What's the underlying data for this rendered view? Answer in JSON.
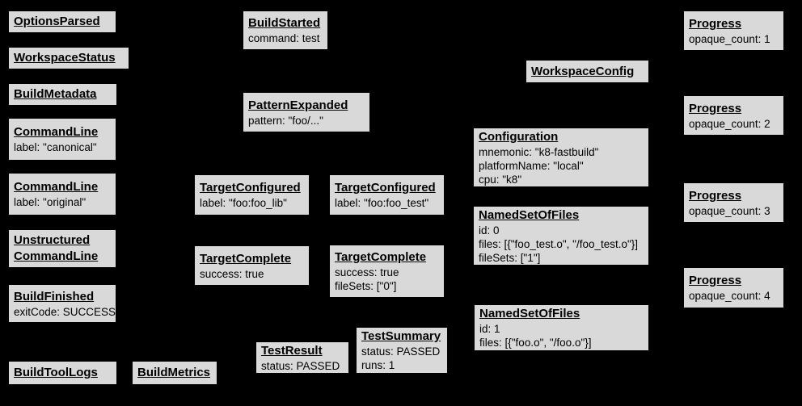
{
  "canvas": {
    "background_color": "#000000",
    "node_fill_color": "#d9d9d9",
    "node_border_color": "#000000",
    "text_color": "#000000"
  },
  "nodes": {
    "options_parsed": {
      "title": "OptionsParsed"
    },
    "workspace_status": {
      "title": "WorkspaceStatus"
    },
    "build_metadata": {
      "title": "BuildMetadata"
    },
    "command_line_canonical": {
      "title": "CommandLine",
      "attr1": "label: \"canonical\""
    },
    "command_line_original": {
      "title": "CommandLine",
      "attr1": "label: \"original\""
    },
    "unstructured_command_line": {
      "title_line1": "Unstructured",
      "title_line2": "CommandLine"
    },
    "build_finished": {
      "title": "BuildFinished",
      "attr1": "exitCode: SUCCESS"
    },
    "build_tool_logs": {
      "title": "BuildToolLogs"
    },
    "build_metrics": {
      "title": "BuildMetrics"
    },
    "build_started": {
      "title": "BuildStarted",
      "attr1": "command: test"
    },
    "pattern_expanded": {
      "title": "PatternExpanded",
      "attr1": "pattern: \"foo/...\""
    },
    "target_configured_lib": {
      "title": "TargetConfigured",
      "attr1": "label: \"foo:foo_lib\""
    },
    "target_configured_test": {
      "title": "TargetConfigured",
      "attr1": "label: \"foo:foo_test\""
    },
    "target_complete_lib": {
      "title": "TargetComplete",
      "attr1": "success: true"
    },
    "target_complete_test": {
      "title": "TargetComplete",
      "attr1": "success: true",
      "attr2": "fileSets: [\"0\"]"
    },
    "test_result": {
      "title": "TestResult",
      "attr1": "status: PASSED"
    },
    "test_summary": {
      "title": "TestSummary",
      "attr1": "status: PASSED",
      "attr2": "runs: 1"
    },
    "workspace_config": {
      "title": "WorkspaceConfig"
    },
    "configuration": {
      "title": "Configuration",
      "attr1": "mnemonic: \"k8-fastbuild\"",
      "attr2": "platformName: \"local\"",
      "attr3": "cpu: \"k8\""
    },
    "named_set_of_files_0": {
      "title": "NamedSetOfFiles",
      "attr1": "id: 0",
      "attr2": "files: [{\"foo_test.o\", \"/foo_test.o\"}]",
      "attr3": "fileSets: [\"1\"]"
    },
    "named_set_of_files_1": {
      "title": "NamedSetOfFiles",
      "attr1": "id: 1",
      "attr2": "files: [{\"foo.o\", \"/foo.o\"}]"
    },
    "progress_1": {
      "title": "Progress",
      "attr1": "opaque_count: 1"
    },
    "progress_2": {
      "title": "Progress",
      "attr1": "opaque_count: 2"
    },
    "progress_3": {
      "title": "Progress",
      "attr1": "opaque_count: 3"
    },
    "progress_4": {
      "title": "Progress",
      "attr1": "opaque_count: 4"
    }
  }
}
